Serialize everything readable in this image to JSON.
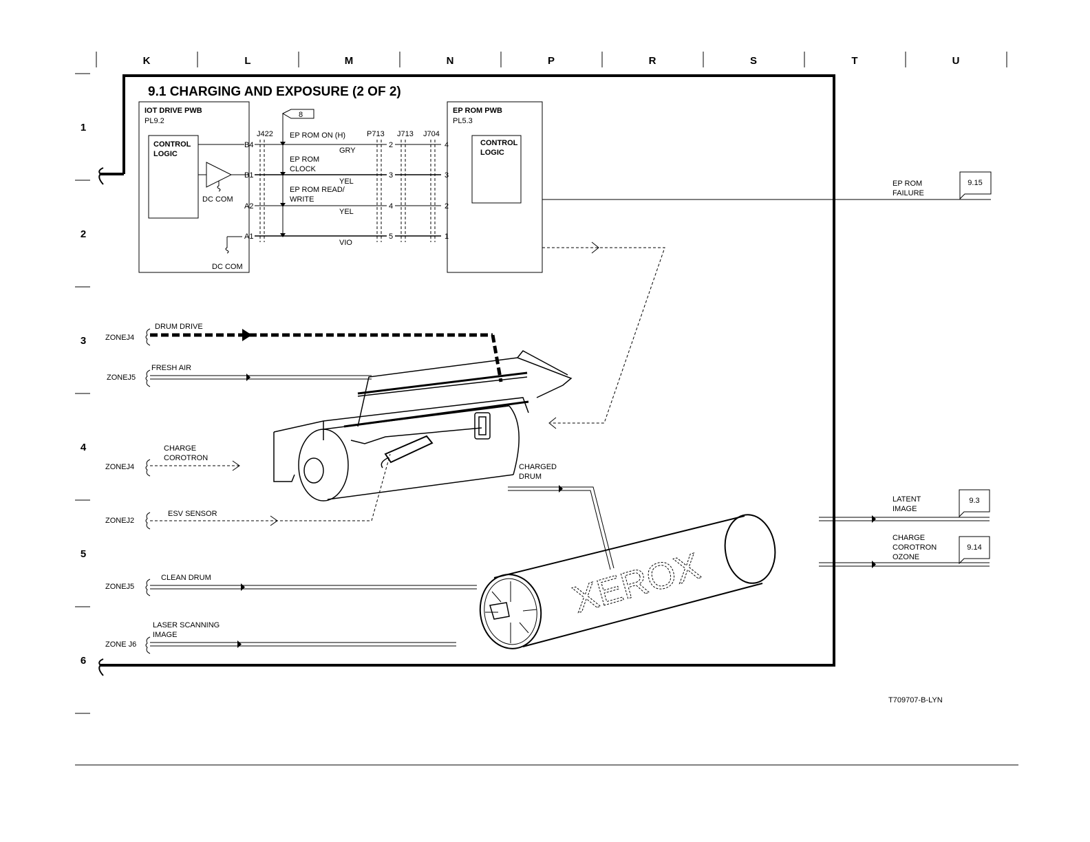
{
  "grid": {
    "columns": [
      "K",
      "L",
      "M",
      "N",
      "P",
      "R",
      "S",
      "T",
      "U"
    ],
    "rows": [
      "1",
      "2",
      "3",
      "4",
      "5",
      "6"
    ]
  },
  "title": "9.1 CHARGING AND EXPOSURE (2 OF 2)",
  "iot_pwb": {
    "name": "IOT DRIVE PWB",
    "pl": "PL9.2",
    "logic_line1": "CONTROL",
    "logic_line2": "LOGIC",
    "dc_com_1": "DC COM",
    "dc_com_2": "DC COM"
  },
  "ep_pwb": {
    "name": "EP ROM PWB",
    "pl": "PL5.3",
    "logic_line1": "CONTROL",
    "logic_line2": "LOGIC"
  },
  "connectors": {
    "j422": "J422",
    "p713": "P713",
    "j713": "J713",
    "j704": "J704"
  },
  "pins_left": [
    "B4",
    "B1",
    "A2",
    "A1"
  ],
  "pins_p713": [
    "2",
    "3",
    "4",
    "5"
  ],
  "pins_j704": [
    "4",
    "3",
    "2",
    "1"
  ],
  "signals": {
    "ep_rom_on": "EP ROM ON (H)",
    "ep_rom_clock_1": "EP ROM",
    "ep_rom_clock_2": "CLOCK",
    "ep_rom_rw_1": "EP ROM READ/",
    "ep_rom_rw_2": "WRITE"
  },
  "wires": [
    "GRY",
    "YEL",
    "YEL",
    "VIO"
  ],
  "ref_8": "8",
  "ep_rom_failure": {
    "line1": "EP ROM",
    "line2": "FAILURE",
    "ref": "9.15"
  },
  "inputs": [
    {
      "zone": "ZONEJ4",
      "label": "DRUM DRIVE"
    },
    {
      "zone": "ZONEJ5",
      "label": "FRESH AIR"
    },
    {
      "zone": "ZONEJ4",
      "label1": "CHARGE",
      "label2": "COROTRON"
    },
    {
      "zone": "ZONEJ2",
      "label": "ESV SENSOR"
    },
    {
      "zone": "ZONEJ5",
      "label": "CLEAN DRUM"
    },
    {
      "zone": "ZONE J6",
      "label1": "LASER SCANNING",
      "label2": "IMAGE"
    }
  ],
  "charged_drum": {
    "line1": "CHARGED",
    "line2": "DRUM"
  },
  "drum_text": "XEROX",
  "outputs": [
    {
      "line1": "LATENT",
      "line2": "IMAGE",
      "ref": "9.3"
    },
    {
      "line1": "CHARGE",
      "line2": "COROTRON",
      "line3": "OZONE",
      "ref": "9.14"
    }
  ],
  "part_id": "T709707-B-LYN",
  "colors": {
    "line": "#000000",
    "background": "#ffffff"
  }
}
